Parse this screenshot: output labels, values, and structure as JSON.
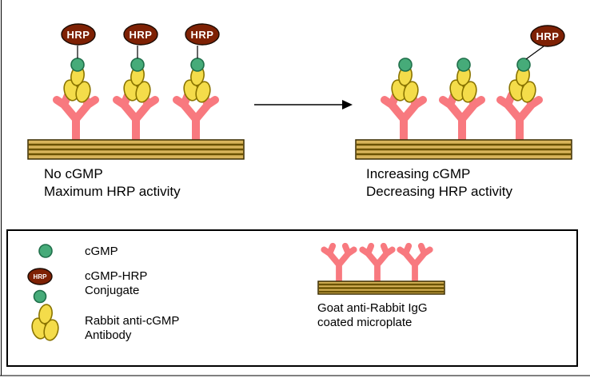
{
  "colors": {
    "pink": "#F8797F",
    "yellow": "#F4DC4A",
    "yellow_stroke": "#8A7400",
    "green": "#46AB79",
    "green_stroke": "#1F6F4A",
    "hrp_fill": "#7E2104",
    "hrp_stroke": "#1A0A00",
    "plate_fill": "#D8B45A",
    "plate_stripe": "#6B5200",
    "plate_stroke": "#3A2D00"
  },
  "hrp_label": "HRP",
  "left_panel": {
    "caption_line1": "No cGMP",
    "caption_line2": "Maximum HRP activity"
  },
  "right_panel": {
    "caption_line1": "Increasing cGMP",
    "caption_line2": "Decreasing HRP activity"
  },
  "legend": {
    "cgmp_label": "cGMP",
    "conjugate_line1": "cGMP-HRP",
    "conjugate_line2": "Conjugate",
    "antibody_line1": "Rabbit anti-cGMP",
    "antibody_line2": "Antibody",
    "microplate_line1": "Goat anti-Rabbit IgG",
    "microplate_line2": "coated microplate"
  }
}
